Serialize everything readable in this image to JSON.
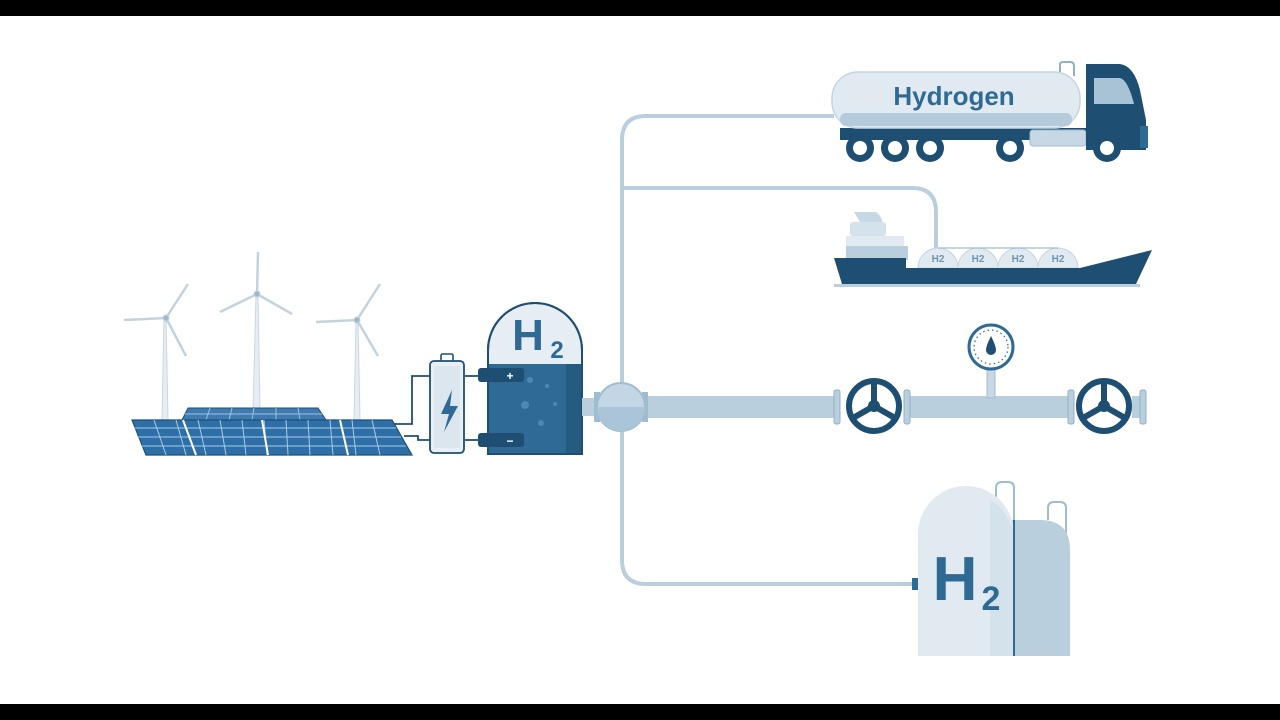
{
  "truck": {
    "tank_label": "Hydrogen"
  },
  "electrolyzer": {
    "symbol": "H",
    "subscript": "2",
    "plus": "+",
    "minus": "−"
  },
  "ship": {
    "tank_labels": [
      "H2",
      "H2",
      "H2",
      "H2"
    ]
  },
  "storage": {
    "symbol": "H",
    "subscript": "2"
  },
  "colors": {
    "dark_blue": "#1e4f73",
    "mid_blue": "#2f6a94",
    "pipe_light": "#b9cfdd",
    "pale": "#e2eaf1",
    "solar": "#2e6fa8"
  },
  "icons": [
    "wind-turbine-icon",
    "solar-panel-icon",
    "battery-icon",
    "lightning-icon",
    "valve-icon",
    "pressure-gauge-icon"
  ]
}
